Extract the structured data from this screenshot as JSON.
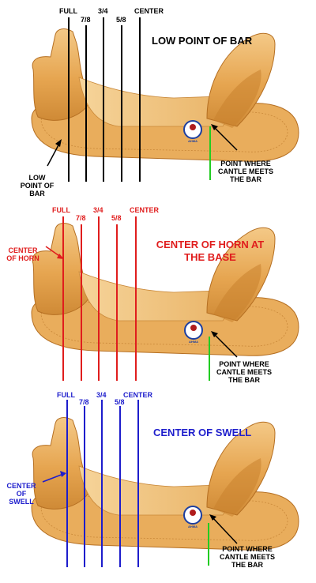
{
  "colors": {
    "panel1": "#000000",
    "panel2": "#e01d1d",
    "panel3": "#1d1dcc",
    "cantle_line": "#22cc22",
    "saddle_light": "#f2c27a",
    "saddle_mid": "#e4a24e",
    "saddle_dark": "#c7802c",
    "saddle_edge": "#b56f22"
  },
  "position_labels": [
    "FULL",
    "7/8",
    "3/4",
    "5/8",
    "CENTER"
  ],
  "panels": [
    {
      "title": "LOW POINT OF BAR",
      "callout": "LOW POINT OF BAR",
      "cantle_note": "POINT WHERE CANTLE MEETS THE BAR",
      "logo_text": "AHMA"
    },
    {
      "title": "CENTER OF HORN AT THE BASE",
      "callout": "CENTER OF HORN",
      "cantle_note": "POINT WHERE CANTLE MEETS THE BAR",
      "logo_text": "AHMA"
    },
    {
      "title": "CENTER OF SWELL",
      "callout": "CENTER OF SWELL",
      "cantle_note": "POINT WHERE CANTLE MEETS THE BAR",
      "logo_text": "AHMA"
    }
  ]
}
